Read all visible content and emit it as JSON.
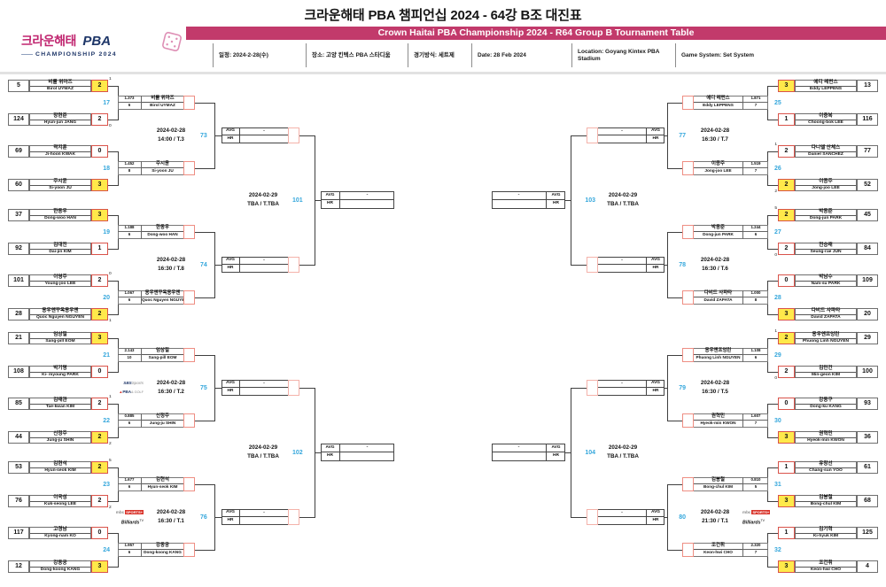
{
  "header": {
    "title": "크라운해태 PBA 챔피언십 2024 - 64강 B조 대진표",
    "banner": "Crown Haitai PBA Championship 2024 - R64 Group B Tournament Table",
    "logo": {
      "brand_kr": "크라운해태",
      "brand_pba": "PBA",
      "sub": "CHAMPIONSHIP 2024"
    },
    "info": [
      {
        "label": "일정: 2024-2-28(수)"
      },
      {
        "label": "장소: 고양 킨텍스 PBA 스타디움"
      },
      {
        "label": "경기방식: 세트제"
      },
      {
        "label": "Date: 28 Feb 2024"
      },
      {
        "label": "Location: Goyang Kintex PBA Stadium"
      },
      {
        "label": "Game System: Set System"
      }
    ]
  },
  "labels": {
    "avg": "AVG",
    "hr": "HR",
    "empty": "-"
  },
  "colors": {
    "banner_pink": "#C23A6B",
    "logo_pink": "#C0256F",
    "logo_navy": "#1E3668",
    "winner_yellow": "#FFE94A",
    "score_red": "#D9534A",
    "advance_red": "#EE8E83",
    "slot_red": "#F4B2AA",
    "match_blue": "#35A7DC",
    "line_gray": "#3f3f3f",
    "box_gray": "#6e6e6e"
  },
  "bracket": {
    "quadrants": [
      {
        "side": "left",
        "section": "top",
        "matches": [
          {
            "no": "17",
            "p1": {
              "seed": "5",
              "name_kr": "비롤 위마즈",
              "name_en": "Birol UYMAZ",
              "score": "2",
              "winner": true,
              "shootout": "1"
            },
            "p2": {
              "seed": "124",
              "name_kr": "장현준",
              "name_en": "Hyun-jun JANG",
              "score": "2",
              "winner": false,
              "shootout": "0"
            },
            "advance": {
              "name_kr": "비롤 위마즈",
              "name_en": "Birol UYMAZ",
              "avg": "1.373",
              "hr": "6"
            }
          },
          {
            "no": "18",
            "p1": {
              "seed": "69",
              "name_kr": "곽지훈",
              "name_en": "Ji-hoon KWAK",
              "score": "0",
              "winner": false
            },
            "p2": {
              "seed": "60",
              "name_kr": "주시윤",
              "name_en": "Si-yoon JU",
              "score": "3",
              "winner": true
            },
            "advance": {
              "name_kr": "주시윤",
              "name_en": "Si-yoon JU",
              "avg": "1.452",
              "hr": "8"
            }
          },
          {
            "no": "19",
            "p1": {
              "seed": "37",
              "name_kr": "한동우",
              "name_en": "Dong-woo HAN",
              "score": "3",
              "winner": true
            },
            "p2": {
              "seed": "92",
              "name_kr": "김대진",
              "name_en": "Dai-jin KIM",
              "score": "1",
              "winner": false
            },
            "advance": {
              "name_kr": "한동우",
              "name_en": "Dong-woo HAN",
              "avg": "1.188",
              "hr": "6"
            }
          },
          {
            "no": "20",
            "p1": {
              "seed": "101",
              "name_kr": "이영주",
              "name_en": "Young-joo LEE",
              "score": "2",
              "winner": false,
              "shootout": "0"
            },
            "p2": {
              "seed": "28",
              "name_kr": "응우옌꾸옥응우옌",
              "name_en": "Quoc Nguyen NGUYEN",
              "score": "2",
              "winner": true,
              "shootout": "1"
            },
            "advance": {
              "name_kr": "응우옌꾸옥응우옌",
              "name_en": "Quoc Nguyen NGUYEN",
              "avg": "1.067",
              "hr": "6"
            }
          }
        ],
        "round2": [
          {
            "no": "73",
            "date": "2024-02-28",
            "time": "14:00 / T.3",
            "logos": []
          },
          {
            "no": "74",
            "date": "2024-02-28",
            "time": "16:30 / T.8",
            "logos": []
          }
        ],
        "round3": {
          "no": "101",
          "date": "2024-02-29",
          "time": "TBA / T.TBA"
        }
      },
      {
        "side": "left",
        "section": "bottom",
        "matches": [
          {
            "no": "21",
            "p1": {
              "seed": "21",
              "name_kr": "엄상필",
              "name_en": "Sang-pill EOM",
              "score": "3",
              "winner": true
            },
            "p2": {
              "seed": "108",
              "name_kr": "박기명",
              "name_en": "Ki- myoung PARK",
              "score": "0",
              "winner": false
            },
            "advance": {
              "name_kr": "엄상필",
              "name_en": "Sang-pill EOM",
              "avg": "2.143",
              "hr": "10"
            }
          },
          {
            "no": "22",
            "p1": {
              "seed": "85",
              "name_kr": "김태관",
              "name_en": "Tae-kwan KIM",
              "score": "2",
              "winner": false,
              "shootout": "1"
            },
            "p2": {
              "seed": "44",
              "name_kr": "신정주",
              "name_en": "Jung-ju SHIN",
              "score": "2",
              "winner": true,
              "shootout": "2"
            },
            "advance": {
              "name_kr": "신정주",
              "name_en": "Jung-ju SHIN",
              "avg": "0.885",
              "hr": "6"
            }
          },
          {
            "no": "23",
            "p1": {
              "seed": "53",
              "name_kr": "김현석",
              "name_en": "Hyun-seok KIM",
              "score": "2",
              "winner": true,
              "shootout": "5"
            },
            "p2": {
              "seed": "76",
              "name_kr": "이국성",
              "name_en": "Kuk-seong LEE",
              "score": "2",
              "winner": false,
              "shootout": "2"
            },
            "advance": {
              "name_kr": "김현석",
              "name_en": "Hyun-seok KIM",
              "avg": "1.677",
              "hr": "6"
            }
          },
          {
            "no": "24",
            "p1": {
              "seed": "117",
              "name_kr": "고경남",
              "name_en": "Kyong-nam KO",
              "score": "0",
              "winner": false
            },
            "p2": {
              "seed": "12",
              "name_kr": "강동궁",
              "name_en": "Dong-koong KANG",
              "score": "3",
              "winner": true
            },
            "advance": {
              "name_kr": "강동궁",
              "name_en": "Dong-koong KANG",
              "avg": "1.957",
              "hr": "6"
            }
          }
        ],
        "round2": [
          {
            "no": "75",
            "date": "2024-02-28",
            "time": "16:30 / T.2",
            "logos": [
              {
                "id": "sbs-sports",
                "parts": [
                  "SBS",
                  "Sports"
                ]
              },
              {
                "id": "pba-golf",
                "parts": [
                  "PBA",
                  "& GOLF"
                ]
              }
            ]
          },
          {
            "no": "76",
            "date": "2024-02-28",
            "time": "16:30 / T.1",
            "logos": [
              {
                "id": "mbc-sports",
                "parts": [
                  "mbc",
                  "SPORTS+"
                ]
              },
              {
                "id": "billiards-tv",
                "parts": [
                  "Billiards",
                  "TV"
                ]
              }
            ]
          }
        ],
        "round3": {
          "no": "102",
          "date": "2024-02-29",
          "time": "TBA / T.TBA"
        }
      },
      {
        "side": "right",
        "section": "top",
        "matches": [
          {
            "no": "25",
            "p1": {
              "seed": "13",
              "name_kr": "에디 레펀스",
              "name_en": "Eddy LEPPENS",
              "score": "3",
              "winner": true
            },
            "p2": {
              "seed": "116",
              "name_kr": "이충복",
              "name_en": "Choong-bok LEE",
              "score": "1",
              "winner": false
            },
            "advance": {
              "name_kr": "에디 레펀스",
              "name_en": "Eddy LEPPENS",
              "avg": "1.871",
              "hr": "7"
            }
          },
          {
            "no": "26",
            "p1": {
              "seed": "77",
              "name_kr": "다니엘 산체스",
              "name_en": "Daniel SANCHEZ",
              "score": "2",
              "winner": false,
              "shootout": "1"
            },
            "p2": {
              "seed": "52",
              "name_kr": "이종주",
              "name_en": "Jong-joo LEE",
              "score": "2",
              "winner": true,
              "shootout": "2"
            },
            "advance": {
              "name_kr": "이종주",
              "name_en": "Jong-joo LEE",
              "avg": "1.519",
              "hr": "7"
            }
          },
          {
            "no": "27",
            "p1": {
              "seed": "45",
              "name_kr": "박동준",
              "name_en": "Dong-jun PARK",
              "score": "2",
              "winner": true,
              "shootout": "5"
            },
            "p2": {
              "seed": "84",
              "name_kr": "전승래",
              "name_en": "Seung-rae JUN",
              "score": "2",
              "winner": false,
              "shootout": "0"
            },
            "advance": {
              "name_kr": "박동준",
              "name_en": "Dong-jun PARK",
              "avg": "1.244",
              "hr": "6"
            }
          },
          {
            "no": "28",
            "p1": {
              "seed": "109",
              "name_kr": "박남수",
              "name_en": "Nam-su PARK",
              "score": "0",
              "winner": false
            },
            "p2": {
              "seed": "20",
              "name_kr": "다비드 사파타",
              "name_en": "David ZAPATA",
              "score": "3",
              "winner": true
            },
            "advance": {
              "name_kr": "다비드 사파타",
              "name_en": "David ZAPATA",
              "avg": "1.000",
              "hr": "8"
            }
          }
        ],
        "round2": [
          {
            "no": "77",
            "date": "2024-02-28",
            "time": "16:30 / T.7",
            "logos": []
          },
          {
            "no": "78",
            "date": "2024-02-28",
            "time": "16:30 / T.6",
            "logos": []
          }
        ],
        "round3": {
          "no": "103",
          "date": "2024-02-29",
          "time": "TBA / T.TBA"
        }
      },
      {
        "side": "right",
        "section": "bottom",
        "matches": [
          {
            "no": "29",
            "p1": {
              "seed": "29",
              "name_kr": "응우옌프엉린",
              "name_en": "Phuong Linh NGUYEN",
              "score": "2",
              "winner": true,
              "shootout": "1"
            },
            "p2": {
              "seed": "100",
              "name_kr": "김민건",
              "name_en": "Min-geon KIM",
              "score": "2",
              "winner": false,
              "shootout": "0"
            },
            "advance": {
              "name_kr": "응우옌프엉린",
              "name_en": "Phuong Linh NGUYEN",
              "avg": "1.108",
              "hr": "6"
            }
          },
          {
            "no": "30",
            "p1": {
              "seed": "93",
              "name_kr": "강동구",
              "name_en": "Dong-ku KANG",
              "score": "0",
              "winner": false
            },
            "p2": {
              "seed": "36",
              "name_kr": "권혁민",
              "name_en": "Hyeok-min KWON",
              "score": "3",
              "winner": true
            },
            "advance": {
              "name_kr": "권혁민",
              "name_en": "Hyeok-min KWON",
              "avg": "1.607",
              "hr": "7"
            }
          },
          {
            "no": "31",
            "p1": {
              "seed": "61",
              "name_kr": "유창선",
              "name_en": "Chang-sun YOO",
              "score": "1",
              "winner": false
            },
            "p2": {
              "seed": "68",
              "name_kr": "김봉철",
              "name_en": "Bong-chul KIM",
              "score": "3",
              "winner": true
            },
            "advance": {
              "name_kr": "김봉철",
              "name_en": "Bong-chul KIM",
              "avg": "0.810",
              "hr": "5"
            }
          },
          {
            "no": "32",
            "p1": {
              "seed": "125",
              "name_kr": "김기혁",
              "name_en": "Ki-hyuk KIM",
              "score": "1",
              "winner": false
            },
            "p2": {
              "seed": "4",
              "name_kr": "조건휘",
              "name_en": "Keon-hwi CHO",
              "score": "3",
              "winner": true
            },
            "advance": {
              "name_kr": "조건휘",
              "name_en": "Keon-hwi CHO",
              "avg": "2.320",
              "hr": "7"
            }
          }
        ],
        "round2": [
          {
            "no": "79",
            "date": "2024-02-28",
            "time": "16:30 / T.5",
            "logos": []
          },
          {
            "no": "80",
            "date": "2024-02-28",
            "time": "21:30 / T.1",
            "logos": [
              {
                "id": "mbc-sports",
                "parts": [
                  "mbc",
                  "SPORTS+"
                ]
              },
              {
                "id": "billiards-tv",
                "parts": [
                  "Billiards",
                  "TV"
                ]
              }
            ]
          }
        ],
        "round3": {
          "no": "104",
          "date": "2024-02-29",
          "time": "TBA / T.TBA"
        }
      }
    ]
  }
}
